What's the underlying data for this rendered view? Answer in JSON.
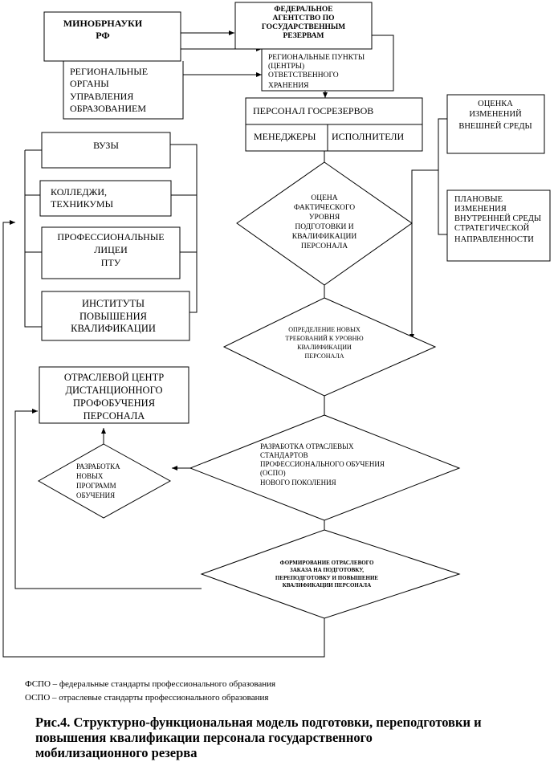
{
  "nodes": {
    "minobrnauki": [
      "МИНОБРНАУКИ",
      "РФ"
    ],
    "agency": [
      "ФЕДЕРАЛЬНОЕ",
      "АГЕНТСТВО ПО",
      "ГОСУДАРСТВЕННЫМ",
      "РЕЗЕРВАМ"
    ],
    "regional_points": [
      "РЕГИОНАЛЬНЫЕ ПУНКТЫ",
      "(ЦЕНТРЫ)",
      "ОТВЕТСТВЕННОГО",
      "ХРАНЕНИЯ"
    ],
    "regional_organs": [
      "РЕГИОНАЛЬНЫЕ",
      "ОРГАНЫ",
      "УПРАВЛЕНИЯ",
      "ОБРАЗОВАНИЕМ"
    ],
    "personnel": "ПЕРСОНАЛ ГОСРЕЗЕРВОВ",
    "managers": "МЕНЕДЖЕРЫ",
    "executors": "ИСПОЛНИТЕЛИ",
    "external_change": [
      "ОЦЕНКА",
      "ИЗМЕНЕНИЙ",
      "ВНЕШНЕЙ СРЕДЫ"
    ],
    "planned_changes": [
      "ПЛАНОВЫЕ",
      "ИЗМЕНЕНИЯ",
      "ВНУТРЕННЕЙ СРЕДЫ",
      "СТРАТЕГИЧЕСКОЙ",
      "НАПРАВЛЕННОСТИ"
    ],
    "universities": "ВУЗЫ",
    "colleges": [
      "КОЛЛЕДЖИ,",
      "ТЕХНИКУМЫ"
    ],
    "lyceums": [
      "ПРОФЕССИОНАЛЬНЫЕ",
      "ЛИЦЕИ",
      "ПТУ"
    ],
    "institutes": [
      "ИНСТИТУТЫ",
      "ПОВЫШЕНИЯ",
      "КВАЛИФИКАЦИИ"
    ],
    "assessment": [
      "ОЦЕНА",
      "ФАКТИЧЕСКОГО",
      "УРОВНЯ",
      "ПОДГОТОВКИ И",
      "КВАЛИФИКАЦИИ",
      "ПЕРСОНАЛА"
    ],
    "requirements": [
      "ОПРЕДЕЛЕНИЕ НОВЫХ",
      "ТРЕБОВАНИЙ К УРОВНЮ",
      "КВАЛИФИКАЦИИ",
      "ПЕРСОНАЛА"
    ],
    "distance_center": [
      "ОТРАСЛЕВОЙ ЦЕНТР",
      "ДИСТАНЦИОННОГО",
      "ПРОФОБУЧЕНИЯ",
      "ПЕРСОНАЛА"
    ],
    "standards": [
      "РАЗРАБОТКА ОТРАСЛЕВЫХ",
      "СТАНДАРТОВ",
      "ПРОФЕССИОНАЛЬНОГО ОБУЧЕНИЯ",
      "(ОСПО)",
      "НОВОГО ПОКОЛЕНИЯ"
    ],
    "programs": [
      "РАЗРАБОТКА",
      "НОВЫХ",
      "ПРОГРАММ",
      "ОБУЧЕНИЯ"
    ],
    "order": [
      "ФОРМИРОВАНИЕ ОТРАСЛЕВОГО",
      "ЗАКАЗА НА ПОДГОТОВКУ,",
      "ПЕРЕПОДГОТОВКУ И ПОВЫШЕНИЕ",
      "КВАЛИФИКАЦИИ ПЕРСОНАЛА"
    ]
  },
  "notes": [
    "ФСПО – федеральные стандарты профессионального образования",
    "ОСПО – отраслевые стандарты профессионального образования"
  ],
  "caption": [
    "Рис.4. Структурно-функциональная модель подготовки, переподготовки и",
    "повышения квалификации персонала государственного",
    "мобилизационного резерва"
  ]
}
